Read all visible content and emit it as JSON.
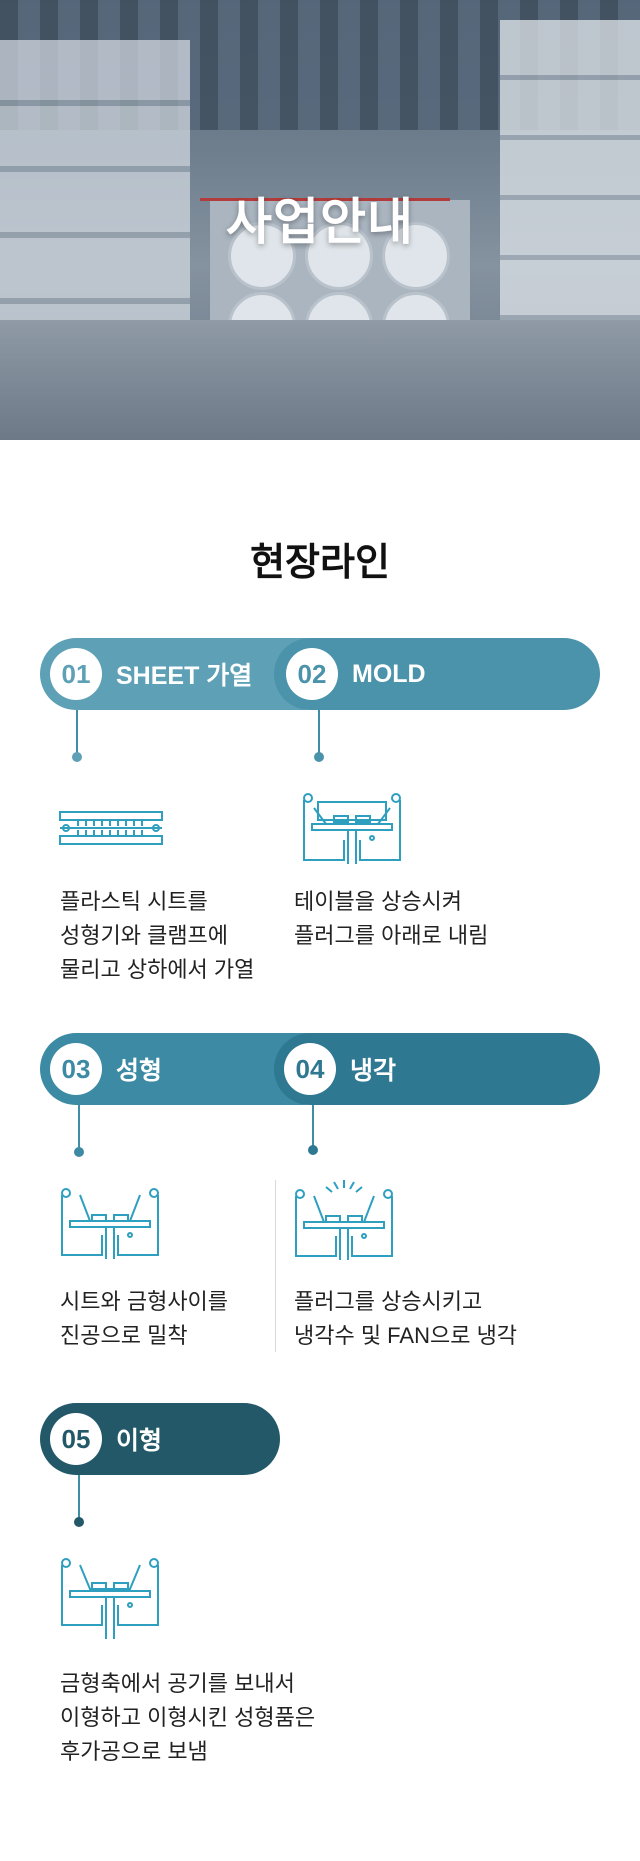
{
  "hero": {
    "title": "사업안내"
  },
  "section": {
    "title": "현장라인"
  },
  "steps": [
    {
      "num": "01",
      "label": "SHEET 가열",
      "color": "#5ea0b5",
      "icon": "sheet-heater-icon",
      "desc": [
        "플라스틱 시트를",
        "성형기와 클램프에",
        "물리고 상하에서 가열"
      ]
    },
    {
      "num": "02",
      "label": "MOLD",
      "color": "#4a93ab",
      "icon": "mold-machine-icon",
      "desc": [
        "테이블을 상승시켜",
        "플러그를 아래로 내림"
      ]
    },
    {
      "num": "03",
      "label": "성형",
      "color": "#3c8aa3",
      "icon": "forming-machine-icon",
      "desc": [
        "시트와 금형사이를",
        "진공으로 밀착"
      ]
    },
    {
      "num": "04",
      "label": "냉각",
      "color": "#2f7891",
      "icon": "cooling-machine-icon",
      "desc": [
        "플러그를 상승시키고",
        "냉각수 및 FAN으로 냉각"
      ]
    },
    {
      "num": "05",
      "label": "이형",
      "color": "#235869",
      "icon": "release-machine-icon",
      "desc": [
        "금형축에서 공기를 보내서",
        "이형하고 이형시킨 성형품은",
        "후가공으로 보냄"
      ]
    }
  ]
}
